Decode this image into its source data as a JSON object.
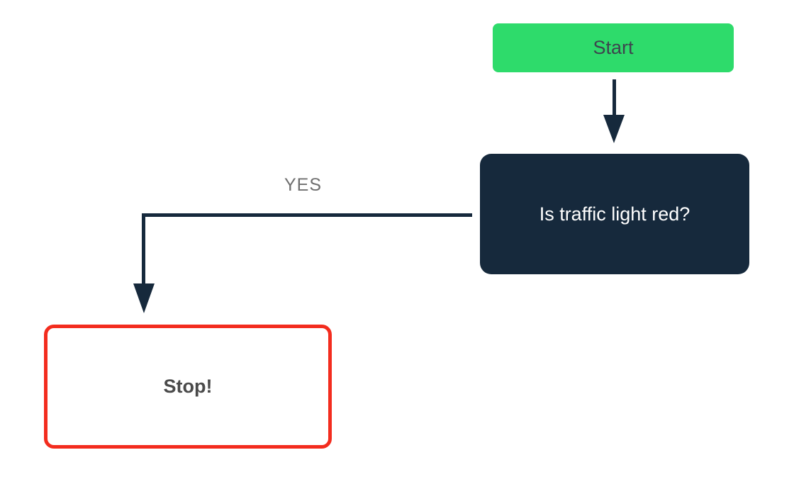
{
  "diagram": {
    "type": "flowchart",
    "background": "#FFFFFF",
    "arrow_color": "#16293C",
    "nodes": {
      "start": {
        "label": "Start",
        "shape": "rounded-rectangle",
        "fill": "#2EDB6B",
        "text_color": "#3D454E"
      },
      "decision": {
        "label": "Is traffic light red?",
        "shape": "rounded-rectangle",
        "fill": "#16293C",
        "text_color": "#FFFFFF"
      },
      "stop": {
        "label": "Stop!",
        "shape": "rounded-rectangle-outlined",
        "fill": "#FFFFFF",
        "border_color": "#F32C1E",
        "text_color": "#4A4A4A"
      }
    },
    "edges": [
      {
        "from": "start",
        "to": "decision",
        "label": ""
      },
      {
        "from": "decision",
        "to": "stop",
        "label": "YES",
        "label_color": "#6F6F6F"
      }
    ]
  }
}
